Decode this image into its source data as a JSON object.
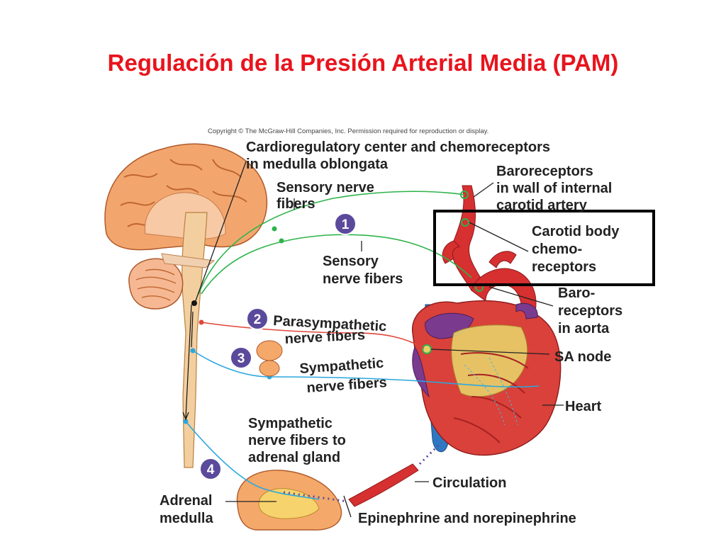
{
  "slide": {
    "title": "Regulación de la Presión Arterial Media (PAM)"
  },
  "figure": {
    "copyright": "Copyright © The McGraw-Hill Companies, Inc. Permission required for reproduction or display.",
    "labels": {
      "cardio_1": "Cardioregulatory center and chemoreceptors",
      "cardio_2": "in medulla oblongata",
      "sensory_top_1": "Sensory nerve",
      "sensory_top_2": "fibers",
      "baro_carotid_1": "Baroreceptors",
      "baro_carotid_2": "in wall of internal",
      "baro_carotid_3": "carotid artery",
      "carotid_body_1": "Carotid body",
      "carotid_body_2": "chemo-",
      "carotid_body_3": "receptors",
      "sensory_mid_1": "Sensory",
      "sensory_mid_2": "nerve fibers",
      "baro_aorta_1": "Baro-",
      "baro_aorta_2": "receptors",
      "baro_aorta_3": "in aorta",
      "para_1": "Parasympathetic",
      "para_2": "nerve fibers",
      "sa_node": "SA node",
      "symp_1": "Sympathetic",
      "symp_2": "nerve fibers",
      "heart": "Heart",
      "symp_adrenal_1": "Sympathetic",
      "symp_adrenal_2": "nerve fibers to",
      "symp_adrenal_3": "adrenal gland",
      "circulation": "Circulation",
      "adrenal_1": "Adrenal",
      "adrenal_2": "medulla",
      "epinephrine": "Epinephrine and norepinephrine"
    },
    "steps": [
      "1",
      "2",
      "3",
      "4"
    ],
    "colors": {
      "title": "#e8141d",
      "sensory": "#2db34a",
      "parasympathetic": "#e0463a",
      "sympathetic": "#2aa7de",
      "step_circle": "#5b4a9b",
      "highlight_box": "#000000"
    }
  }
}
